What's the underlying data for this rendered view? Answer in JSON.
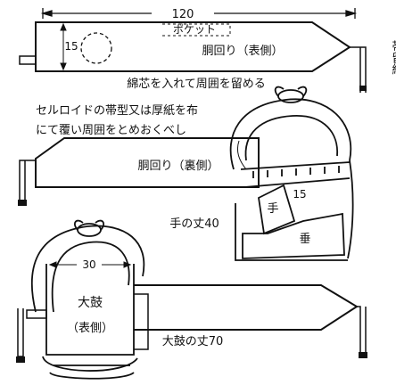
{
  "labels": {
    "width_120": "120",
    "pocket": "ポケット",
    "dim_15_top": "15",
    "front_body": "胴回り（表側）",
    "cotton_core": "綿芯を入れて周囲を留める",
    "obi_tie": "帯留紐",
    "note_line1": "セルロイドの帯型又は厚紙を布",
    "note_line2": "にて覆い周囲をとめおくべし",
    "back_body": "胴回り（裏側）",
    "dim_15_mid": "15",
    "te": "手",
    "tare": "垂",
    "te_length": "手の丈40",
    "dim_30": "30",
    "taiko": "大鼓",
    "taiko_front": "（表側）",
    "taiko_length": "大鼓の丈70"
  }
}
